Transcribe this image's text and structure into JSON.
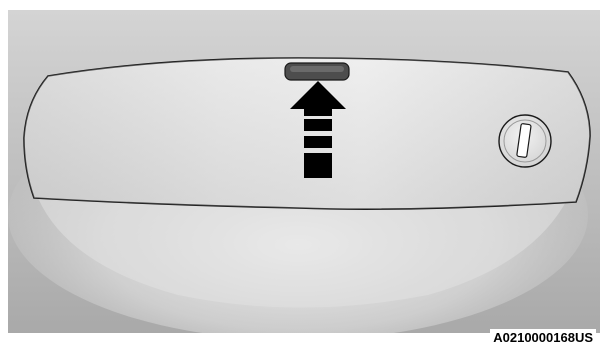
{
  "figure": {
    "id_label": "A0210000168US",
    "subject": "glove-box-door",
    "arrow_direction": "up",
    "colors": {
      "background_gradient_top": "#d0d0d0",
      "background_gradient_bottom": "#a8a8a8",
      "door_face_light": "#e6e6e6",
      "door_face_mid": "#cfcfcf",
      "outline": "#1a1a1a",
      "handle": "#4d4d4d",
      "arrow": "#000000"
    },
    "icons": {
      "handle": "door-release-handle-icon",
      "lock": "key-lock-icon",
      "arrow": "up-arrow-icon"
    }
  }
}
